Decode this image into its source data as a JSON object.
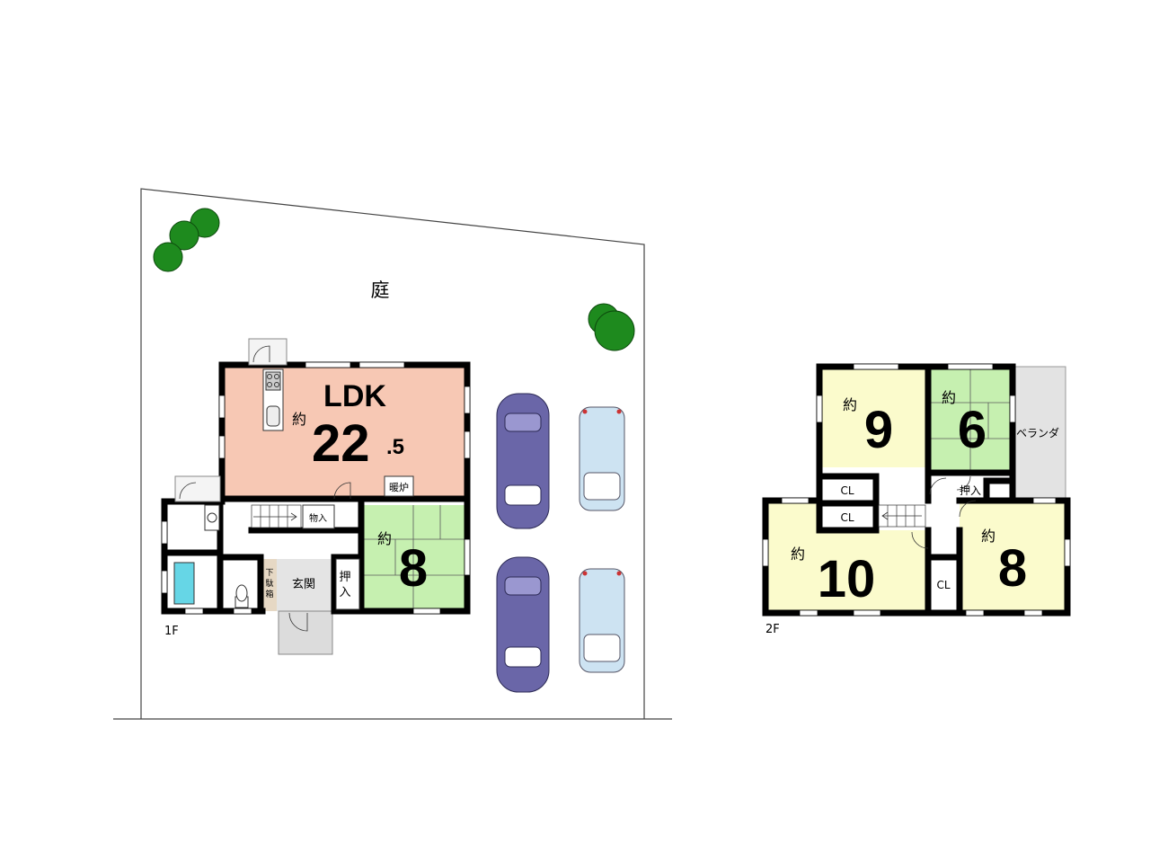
{
  "site": {
    "garden_label": "庭"
  },
  "floor1": {
    "floor_label": "1F",
    "ldk": {
      "title": "LDK",
      "approx": "約",
      "size_int": "22",
      "size_dec": ".5"
    },
    "heater_label": "暖炉",
    "storage_label": "物入",
    "japanese_room": {
      "approx": "約",
      "size": "8"
    },
    "entrance_label": "玄関",
    "shoe_box_label_top": "下",
    "shoe_box_label_mid": "駄",
    "shoe_box_label_bot": "箱",
    "closet_top": "押",
    "closet_bottom": "入"
  },
  "floor2": {
    "floor_label": "2F",
    "room_9": {
      "approx": "約",
      "size": "9"
    },
    "room_6": {
      "approx": "約",
      "size": "6"
    },
    "room_10": {
      "approx": "約",
      "size": "10"
    },
    "room_8": {
      "approx": "約",
      "size": "8"
    },
    "veranda_label": "ベランダ",
    "closet_label": "押入",
    "cl_label": "CL"
  },
  "colors": {
    "ldk": "#f7c8b4",
    "tatami": "#c6f0b0",
    "bedroom": "#fbfbcc",
    "veranda": "#e3e3e3",
    "tree": "#1e8a1e",
    "car_sedan": "#6a66a8",
    "car_minivan": "#cde3f2",
    "bath": "#66d6e6",
    "entry": "#d8d8d8"
  }
}
